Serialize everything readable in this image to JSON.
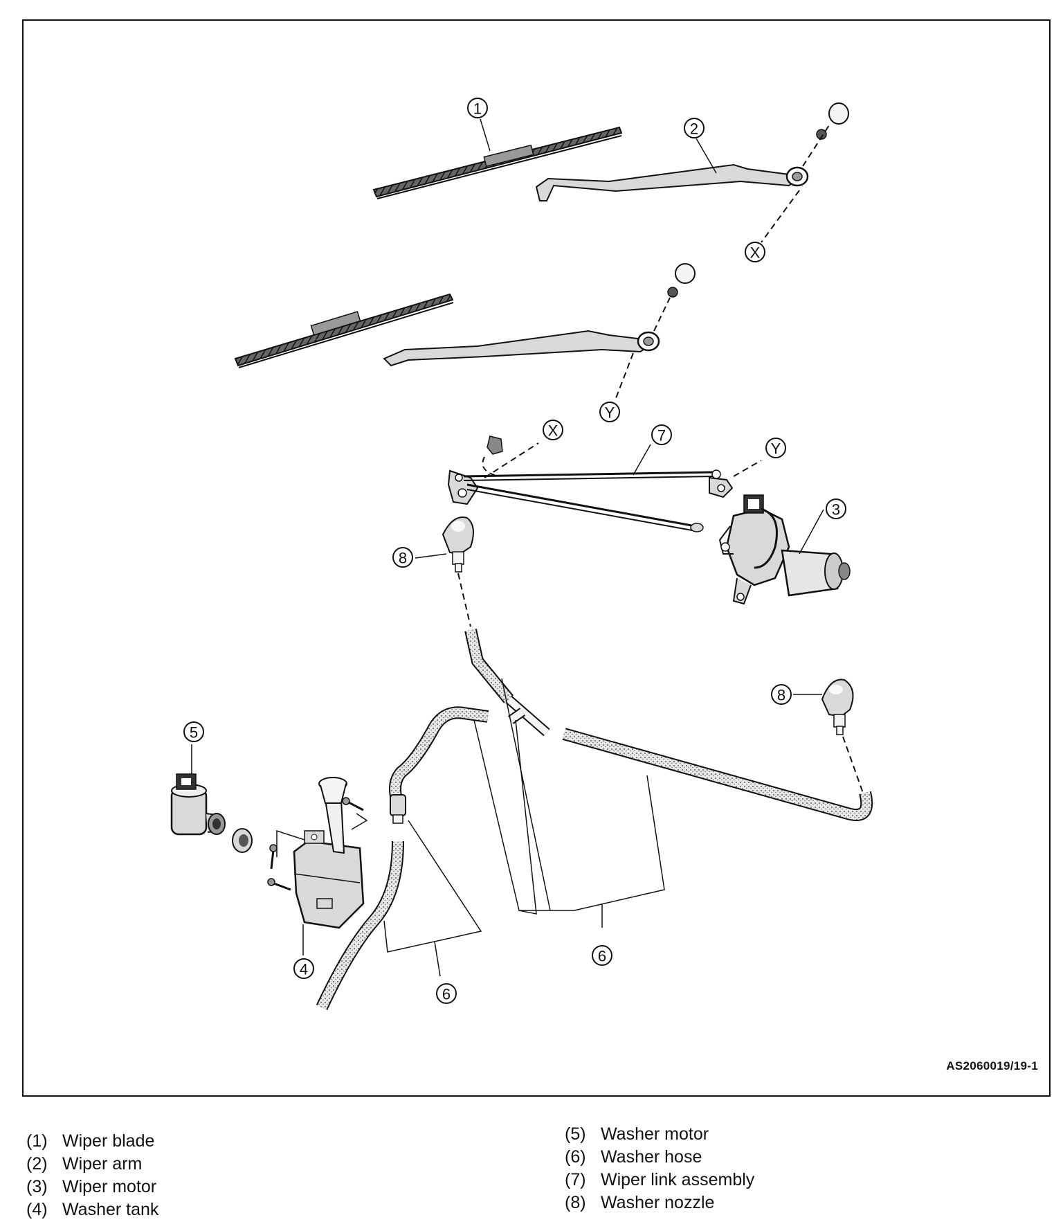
{
  "callouts": {
    "c1": "1",
    "c2": "2",
    "c3": "3",
    "c4": "4",
    "c5": "5",
    "c6a": "6",
    "c6b": "6",
    "c7": "7",
    "c8a": "8",
    "c8b": "8",
    "x_top": "X",
    "x_link": "X",
    "y_arm": "Y",
    "y_link": "Y"
  },
  "reference_code": "AS2060019/19-1",
  "legend": {
    "left": [
      {
        "num": "(1)",
        "label": "Wiper blade"
      },
      {
        "num": "(2)",
        "label": "Wiper arm"
      },
      {
        "num": "(3)",
        "label": "Wiper motor"
      },
      {
        "num": "(4)",
        "label": "Washer tank"
      }
    ],
    "right": [
      {
        "num": "(5)",
        "label": "Washer motor"
      },
      {
        "num": "(6)",
        "label": "Washer hose"
      },
      {
        "num": "(7)",
        "label": "Wiper link assembly"
      },
      {
        "num": "(8)",
        "label": "Washer nozzle"
      }
    ]
  },
  "colors": {
    "line": "#111111",
    "part_fill": "#d9d9d9",
    "dark_fill": "#555555"
  }
}
